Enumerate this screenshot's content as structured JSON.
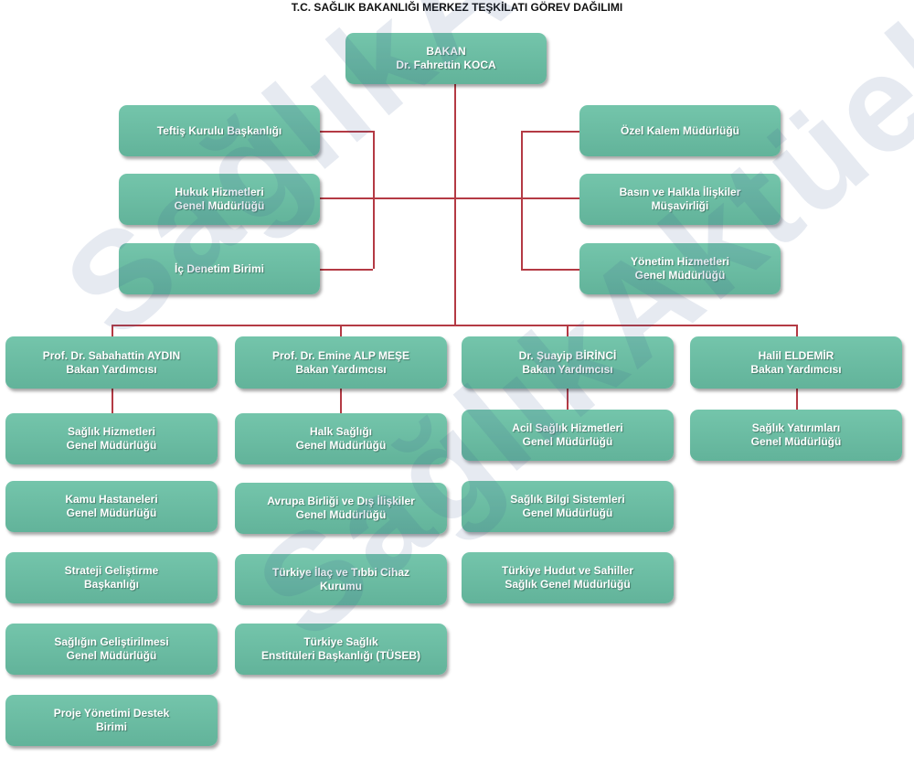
{
  "title": "T.C. SAĞLIK BAKANLIĞI MERKEZ TEŞKİLATI GÖREV DAĞILIMI",
  "watermark": "SağlıkAktüel",
  "colors": {
    "box": "#6cbca3",
    "connector": "#b43a44"
  },
  "minister": {
    "lines": [
      "BAKAN",
      "Dr. Fahrettin KOCA"
    ]
  },
  "left_units": [
    {
      "lines": [
        "Teftiş Kurulu Başkanlığı"
      ]
    },
    {
      "lines": [
        "Hukuk Hizmetleri",
        "Genel Müdürlüğü"
      ]
    },
    {
      "lines": [
        "İç Denetim Birimi"
      ]
    }
  ],
  "right_units": [
    {
      "lines": [
        "Özel Kalem Müdürlüğü"
      ]
    },
    {
      "lines": [
        "Basın ve Halkla İlişkiler",
        "Müşavirliği"
      ]
    },
    {
      "lines": [
        "Yönetim Hizmetleri",
        "Genel Müdürlüğü"
      ]
    }
  ],
  "deputies": [
    {
      "lines": [
        "Prof. Dr. Sabahattin AYDIN",
        "Bakan Yardımcısı"
      ],
      "units": [
        {
          "lines": [
            "Sağlık Hizmetleri",
            "Genel Müdürlüğü"
          ]
        },
        {
          "lines": [
            "Kamu Hastaneleri",
            "Genel Müdürlüğü"
          ]
        },
        {
          "lines": [
            "Strateji Geliştirme",
            "Başkanlığı"
          ]
        },
        {
          "lines": [
            "Sağlığın Geliştirilmesi",
            "Genel Müdürlüğü"
          ]
        },
        {
          "lines": [
            "Proje Yönetimi Destek",
            "Birimi"
          ]
        }
      ]
    },
    {
      "lines": [
        "Prof. Dr. Emine ALP MEŞE",
        "Bakan Yardımcısı"
      ],
      "units": [
        {
          "lines": [
            "Halk Sağlığı",
            "Genel Müdürlüğü"
          ]
        },
        {
          "lines": [
            "Avrupa Birliği ve Dış İlişkiler",
            "Genel Müdürlüğü"
          ]
        },
        {
          "lines": [
            "Türkiye İlaç ve Tıbbi Cihaz",
            "Kurumu"
          ]
        },
        {
          "lines": [
            "Türkiye Sağlık",
            "Enstitüleri Başkanlığı (TÜSEB)"
          ]
        }
      ]
    },
    {
      "lines": [
        "Dr. Şuayip BİRİNCİ",
        "Bakan Yardımcısı"
      ],
      "units": [
        {
          "lines": [
            "Acil Sağlık Hizmetleri",
            "Genel Müdürlüğü"
          ]
        },
        {
          "lines": [
            "Sağlık Bilgi Sistemleri",
            "Genel Müdürlüğü"
          ]
        },
        {
          "lines": [
            "Türkiye Hudut ve Sahiller",
            "Sağlık Genel Müdürlüğü"
          ]
        }
      ]
    },
    {
      "lines": [
        "Halil ELDEMİR",
        "Bakan Yardımcısı"
      ],
      "units": [
        {
          "lines": [
            "Sağlık Yatırımları",
            "Genel Müdürlüğü"
          ]
        }
      ]
    }
  ]
}
